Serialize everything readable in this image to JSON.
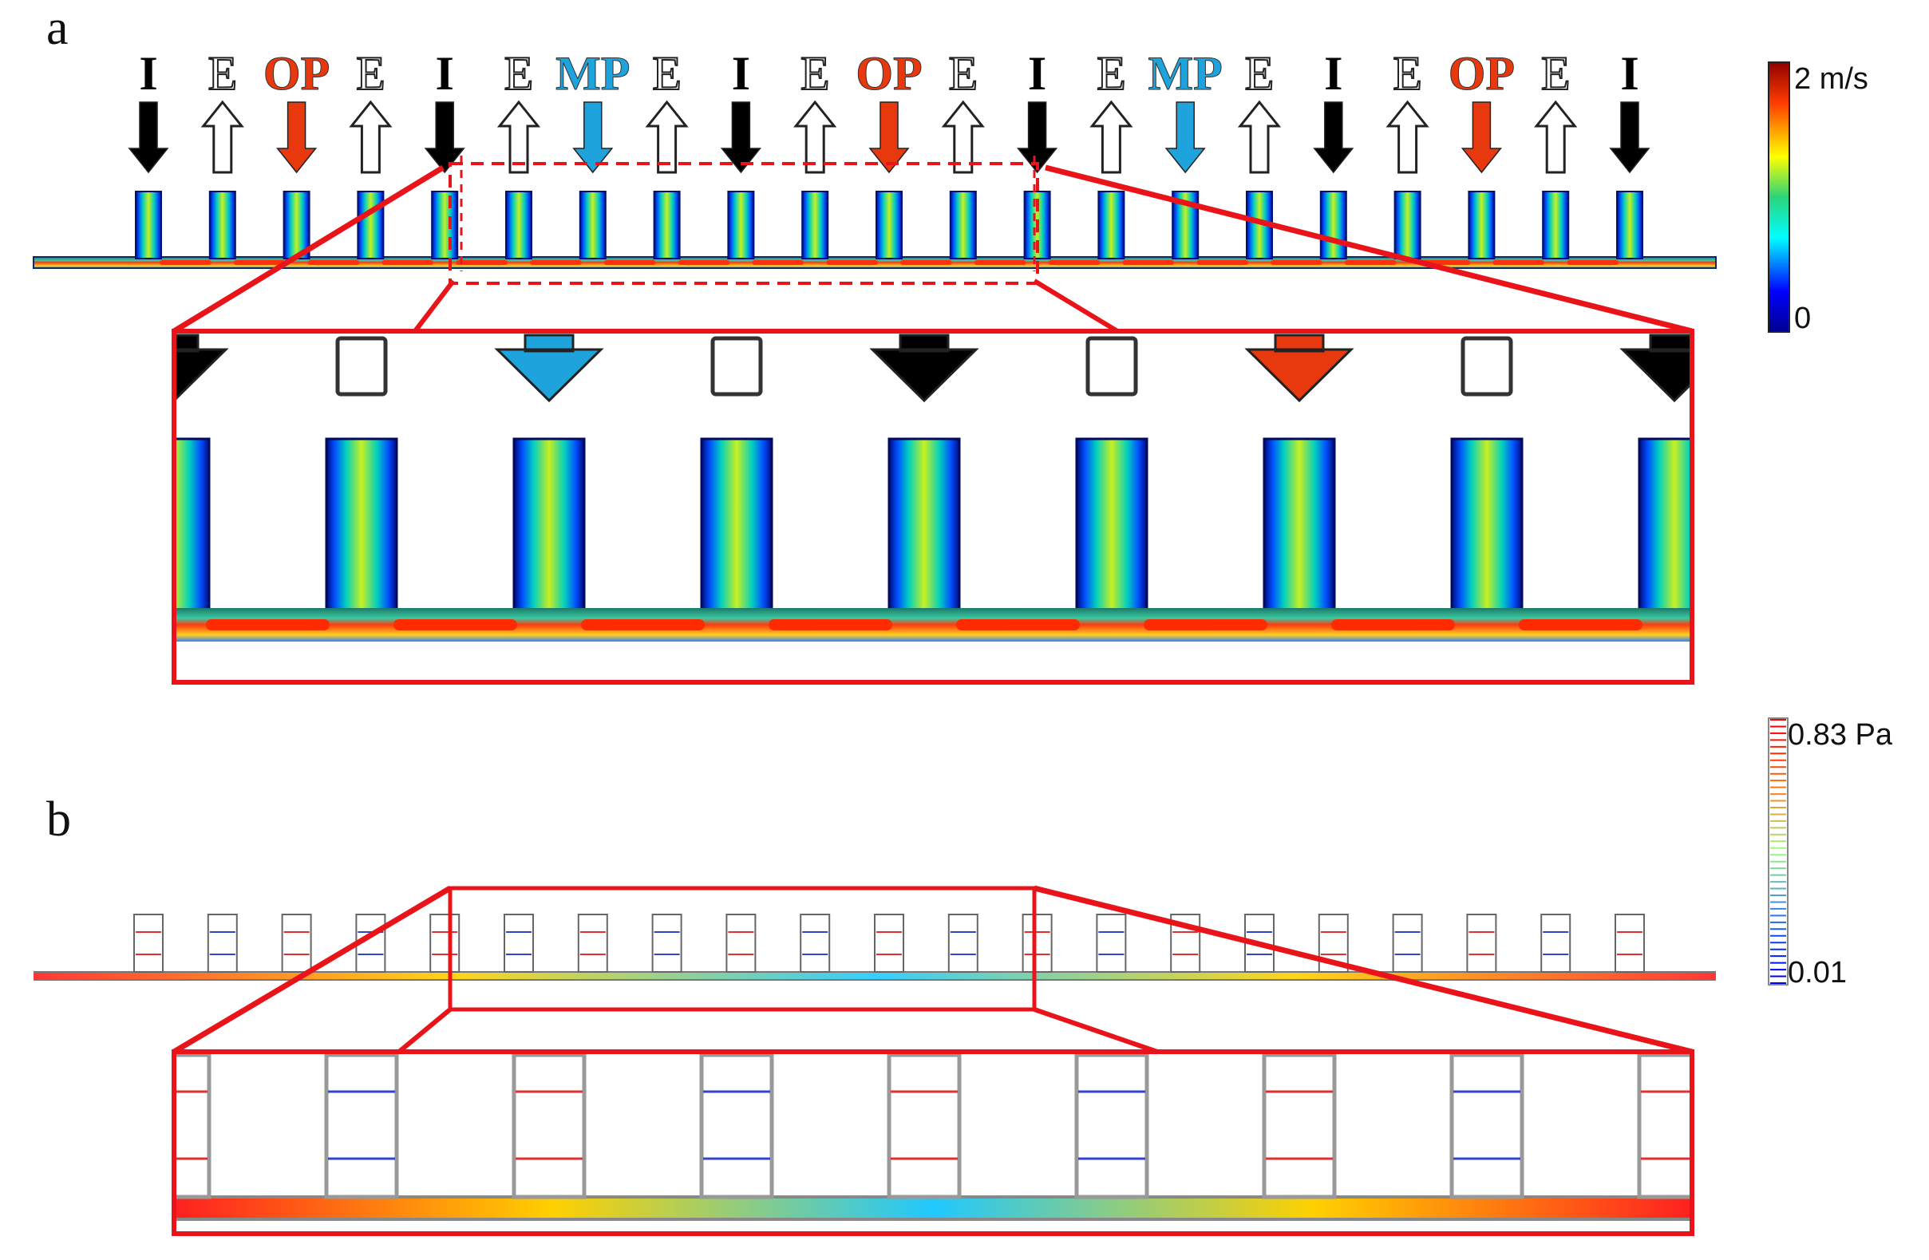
{
  "panels": {
    "a": "a",
    "b": "b"
  },
  "ports": [
    {
      "label": "I",
      "type": "inlet"
    },
    {
      "label": "E",
      "type": "exit"
    },
    {
      "label": "OP",
      "type": "outlet-primary"
    },
    {
      "label": "E",
      "type": "exit"
    },
    {
      "label": "I",
      "type": "inlet"
    },
    {
      "label": "E",
      "type": "exit"
    },
    {
      "label": "MP",
      "type": "medium-port"
    },
    {
      "label": "E",
      "type": "exit"
    },
    {
      "label": "I",
      "type": "inlet"
    },
    {
      "label": "E",
      "type": "exit"
    },
    {
      "label": "OP",
      "type": "outlet-primary"
    },
    {
      "label": "E",
      "type": "exit"
    },
    {
      "label": "I",
      "type": "inlet"
    },
    {
      "label": "E",
      "type": "exit"
    },
    {
      "label": "MP",
      "type": "medium-port"
    },
    {
      "label": "E",
      "type": "exit"
    },
    {
      "label": "I",
      "type": "inlet"
    },
    {
      "label": "E",
      "type": "exit"
    },
    {
      "label": "OP",
      "type": "outlet-primary"
    },
    {
      "label": "E",
      "type": "exit"
    },
    {
      "label": "I",
      "type": "inlet"
    }
  ],
  "colors": {
    "inlet": "#000000",
    "exit": "#ffffff",
    "outlet-primary": "#e8380d",
    "medium-port": "#1fa3dc",
    "zoom_box": "#e8141a"
  },
  "colorbar_velocity": {
    "max_label": "2 m/s",
    "min_label": "0"
  },
  "colorbar_stress": {
    "max_label": "0.83 Pa",
    "min_label": "0.01"
  }
}
